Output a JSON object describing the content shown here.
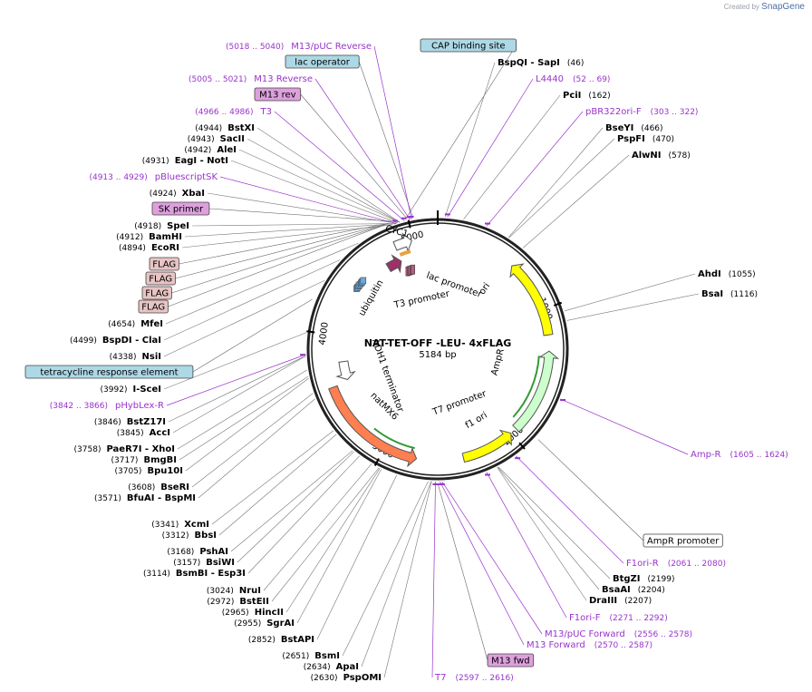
{
  "brand": {
    "created_by": "Created by",
    "name": "SnapGene"
  },
  "plasmid": {
    "name": "NAT-TET-OFF -LEU- 4xFLAG",
    "size_bp": 5184,
    "size_label": "5184 bp"
  },
  "ticks": [
    {
      "bp": 1000,
      "label": "1000"
    },
    {
      "bp": 2000,
      "label": "2000"
    },
    {
      "bp": 3000,
      "label": "3000"
    },
    {
      "bp": 4000,
      "label": "4000"
    },
    {
      "bp": 5000,
      "label": "5000"
    }
  ],
  "features_inner": [
    {
      "name": "ori",
      "color": "#ffff00",
      "start": 600,
      "end": 1190,
      "dir": "rev",
      "radius": 123
    },
    {
      "name": "AmpR",
      "color": "#ccffcc",
      "start": 1310,
      "end": 1950,
      "dir": "rev",
      "radius": 123
    },
    {
      "name": "f1 ori",
      "color": "#ffff00",
      "start": 2000,
      "end": 2400,
      "dir": "rev",
      "radius": 123
    },
    {
      "name": "natMX6",
      "color": "#ff7f50",
      "start": 2750,
      "end": 3600,
      "dir": "rev",
      "radius": 123
    },
    {
      "name": "ADH1 terminator",
      "color": "#ffffff",
      "start": 3620,
      "end": 3780,
      "dir": "rev",
      "radius": 105
    },
    {
      "name": "ubiquitin",
      "color": "#993366",
      "start": 4735,
      "end": 4860,
      "dir": "fwd",
      "radius": 105
    },
    {
      "name": "CYC1 promoter",
      "color": "#ffffff",
      "start": 4860,
      "end": 4990,
      "dir": "fwd",
      "radius": 123
    }
  ],
  "feature_labels": [
    {
      "text": "ori"
    },
    {
      "text": "AmpR"
    },
    {
      "text": "f1 ori"
    },
    {
      "text": "natMX6"
    },
    {
      "text": "ADH1 terminator"
    },
    {
      "text": "ubiquitin"
    },
    {
      "text": "T3 promoter"
    },
    {
      "text": "lac promoter"
    },
    {
      "text": "T7 promoter"
    },
    {
      "text": "CYC1"
    }
  ],
  "boxed_labels": [
    {
      "text": "CAP binding site",
      "bg": "#add8e6"
    },
    {
      "text": "lac operator",
      "bg": "#add8e6"
    },
    {
      "text": "M13 rev",
      "bg": "#dda0dd"
    },
    {
      "text": "SK primer",
      "bg": "#dda0dd"
    },
    {
      "text": "FLAG",
      "bg": "#e8c4c4"
    },
    {
      "text": "FLAG",
      "bg": "#e8c4c4"
    },
    {
      "text": "FLAG",
      "bg": "#e8c4c4"
    },
    {
      "text": "FLAG",
      "bg": "#e8c4c4"
    },
    {
      "text": "tetracycline response element",
      "bg": "#add8e6"
    },
    {
      "text": "AmpR promoter",
      "bg": "#ffffff"
    },
    {
      "text": "M13 fwd",
      "bg": "#dda0dd"
    }
  ],
  "enzymes": [
    {
      "name": "BspQI  - SapI",
      "pos": "(46)"
    },
    {
      "name": "PciI",
      "pos": "(162)"
    },
    {
      "name": "BseYI",
      "pos": "(466)"
    },
    {
      "name": "PspFI",
      "pos": "(470)"
    },
    {
      "name": "AlwNI",
      "pos": "(578)"
    },
    {
      "name": "AhdI",
      "pos": "(1055)"
    },
    {
      "name": "BsaI",
      "pos": "(1116)"
    },
    {
      "name": "BtgZI",
      "pos": "(2199)"
    },
    {
      "name": "BsaAI",
      "pos": "(2204)"
    },
    {
      "name": "DraIII",
      "pos": "(2207)"
    },
    {
      "name": "BstXI",
      "pos": "(4944)"
    },
    {
      "name": "SacII",
      "pos": "(4943)"
    },
    {
      "name": "AleI",
      "pos": "(4942)"
    },
    {
      "name": "EagI  - NotI",
      "pos": "(4931)"
    },
    {
      "name": "XbaI",
      "pos": "(4924)"
    },
    {
      "name": "SpeI",
      "pos": "(4918)"
    },
    {
      "name": "BamHI",
      "pos": "(4912)"
    },
    {
      "name": "EcoRI",
      "pos": "(4894)"
    },
    {
      "name": "MfeI",
      "pos": "(4654)"
    },
    {
      "name": "BspDI  - ClaI",
      "pos": "(4499)"
    },
    {
      "name": "NsiI",
      "pos": "(4338)"
    },
    {
      "name": "I-SceI",
      "pos": "(3992)"
    },
    {
      "name": "BstZ17I",
      "pos": "(3846)"
    },
    {
      "name": "AccI",
      "pos": "(3845)"
    },
    {
      "name": "PaeR7I  - XhoI",
      "pos": "(3758)"
    },
    {
      "name": "BmgBI",
      "pos": "(3717)"
    },
    {
      "name": "Bpu10I",
      "pos": "(3705)"
    },
    {
      "name": "BseRI",
      "pos": "(3608)"
    },
    {
      "name": "BfuAI  - BspMI",
      "pos": "(3571)"
    },
    {
      "name": "XcmI",
      "pos": "(3341)"
    },
    {
      "name": "BbsI",
      "pos": "(3312)"
    },
    {
      "name": "PshAI",
      "pos": "(3168)"
    },
    {
      "name": "BsiWI",
      "pos": "(3157)"
    },
    {
      "name": "BsmBI  - Esp3I",
      "pos": "(3114)"
    },
    {
      "name": "NruI",
      "pos": "(3024)"
    },
    {
      "name": "BstEII",
      "pos": "(2972)"
    },
    {
      "name": "HincII",
      "pos": "(2965)"
    },
    {
      "name": "SgrAI",
      "pos": "(2955)"
    },
    {
      "name": "BstAPI",
      "pos": "(2852)"
    },
    {
      "name": "BsmI",
      "pos": "(2651)"
    },
    {
      "name": "ApaI",
      "pos": "(2634)"
    },
    {
      "name": "PspOMI",
      "pos": "(2630)"
    }
  ],
  "primers": [
    {
      "name": "M13/pUC Reverse",
      "pos": "(5018 .. 5040)"
    },
    {
      "name": "M13 Reverse",
      "pos": "(5005 .. 5021)"
    },
    {
      "name": "T3",
      "pos": "(4966 .. 4986)"
    },
    {
      "name": "pBluescriptSK",
      "pos": "(4913 .. 4929)"
    },
    {
      "name": "L4440",
      "pos": "(52 .. 69)"
    },
    {
      "name": "pBR322ori-F",
      "pos": "(303 .. 322)"
    },
    {
      "name": "pHybLex-R",
      "pos": "(3842 .. 3866)"
    },
    {
      "name": "Amp-R",
      "pos": "(1605 .. 1624)"
    },
    {
      "name": "F1ori-R",
      "pos": "(2061 .. 2080)"
    },
    {
      "name": "F1ori-F",
      "pos": "(2271 .. 2292)"
    },
    {
      "name": "M13/pUC Forward",
      "pos": "(2556 .. 2578)"
    },
    {
      "name": "M13 Forward",
      "pos": "(2570 .. 2587)"
    },
    {
      "name": "T7",
      "pos": "(2597 .. 2616)"
    }
  ]
}
